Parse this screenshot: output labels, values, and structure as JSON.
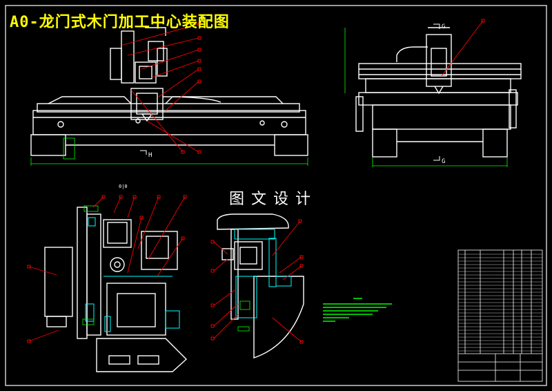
{
  "drawing": {
    "title": "A0-龙门式木门加工中心装配图",
    "watermark": "图文设计",
    "section_labels": {
      "front_section": "H",
      "side_section_top": "G",
      "side_section_bottom": "G"
    }
  },
  "colors": {
    "background": "#000000",
    "outline": "#ffffff",
    "leader": "#ff0000",
    "dimension": "#00ff00",
    "detail": "#00ffff",
    "title": "#ffff00"
  }
}
